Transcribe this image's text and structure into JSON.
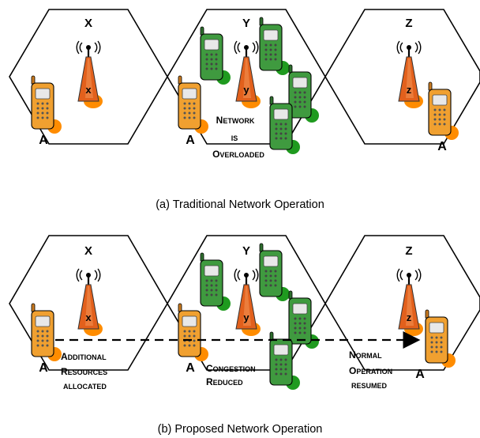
{
  "panels": [
    {
      "caption": "(a) Traditional Network Operation",
      "cells": [
        {
          "label": "X",
          "tower": "x"
        },
        {
          "label": "Y",
          "tower": "y"
        },
        {
          "label": "Z",
          "tower": "z"
        }
      ],
      "user_label": "A",
      "overload_note": [
        "N",
        "ETWORK",
        "IS",
        "O",
        "VERLOADED"
      ]
    },
    {
      "caption": "(b) Proposed Network Operation",
      "cells": [
        {
          "label": "X",
          "tower": "x"
        },
        {
          "label": "Y",
          "tower": "y"
        },
        {
          "label": "Z",
          "tower": "z"
        }
      ],
      "user_label": "A",
      "notes": {
        "additional": [
          "A",
          "DDITIONAL",
          "R",
          "ESOURCES",
          "ALLOCATED"
        ],
        "congestion": [
          "C",
          "ONGESTION",
          "R",
          "EDUCED"
        ],
        "normal": [
          "N",
          "ORMAL",
          "O",
          "PERATION",
          "RESUMED"
        ]
      }
    }
  ],
  "colors": {
    "tower": "#e2601c",
    "phone_orange": "#f0a030",
    "phone_green": "#3f9a3f",
    "shadow_orange": "#ff8c00",
    "shadow_green": "#1f9a1f"
  },
  "icons": [
    "cell-tower-icon",
    "mobile-phone-icon",
    "signal-wave-icon",
    "arrow-icon"
  ]
}
